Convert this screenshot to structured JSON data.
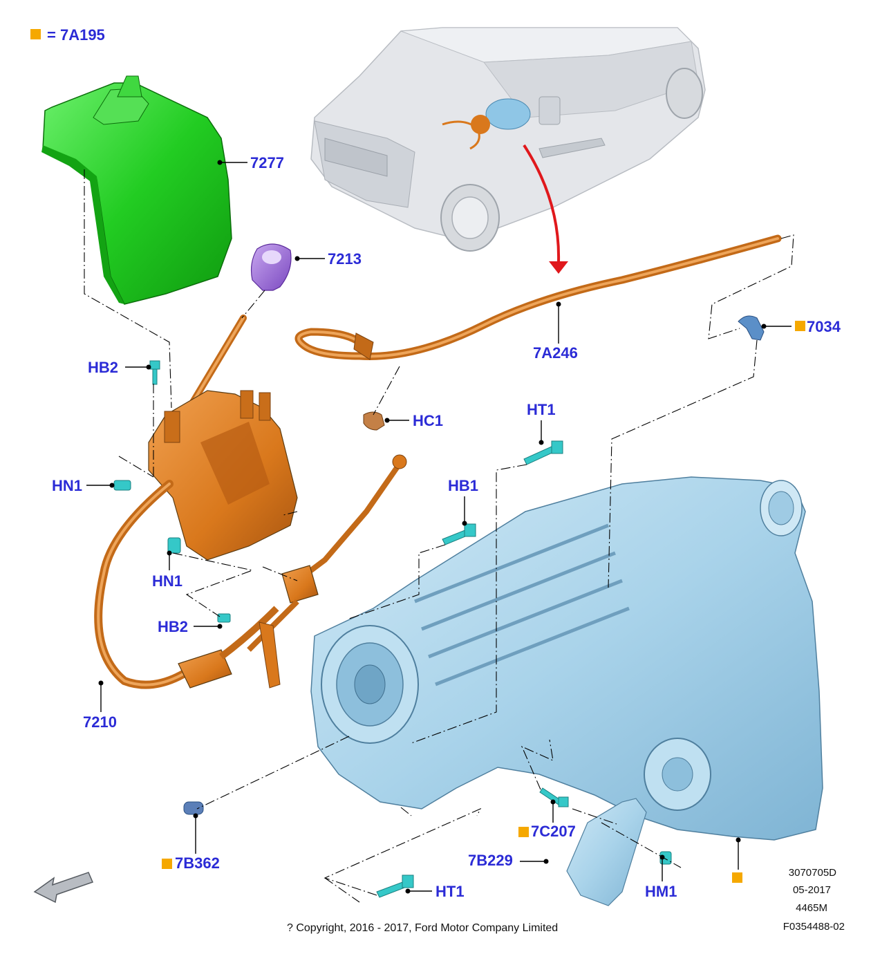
{
  "legend": {
    "text": "= 7A195"
  },
  "labels": {
    "l7277": "7277",
    "l7213": "7213",
    "l7A246": "7A246",
    "l7034": "7034",
    "lHB2a": "HB2",
    "lHC1": "HC1",
    "lHT1a": "HT1",
    "lHN1a": "HN1",
    "lHB1": "HB1",
    "lHN1b": "HN1",
    "lHB2b": "HB2",
    "l7210": "7210",
    "l7B362": "7B362",
    "l7C207": "7C207",
    "l7B229": "7B229",
    "lHT1b": "HT1",
    "lHM1": "HM1"
  },
  "footer": {
    "ref1": "3070705D",
    "ref2": "05-2017",
    "ref3": "4465M",
    "ref4": "F0354488-02",
    "copyright": "? Copyright, 2016 - 2017, Ford Motor Company Limited"
  },
  "colors": {
    "label_blue": "#2b2bd6",
    "marker_orange": "#f5a800",
    "housing_blue": "#a9d3ea",
    "cable_orange": "#d9781c",
    "boot_green": "#2fd62f",
    "knob_purple": "#9a6ad6",
    "fastener_cyan": "#35c8c8",
    "arrow_red": "#e0181c"
  }
}
